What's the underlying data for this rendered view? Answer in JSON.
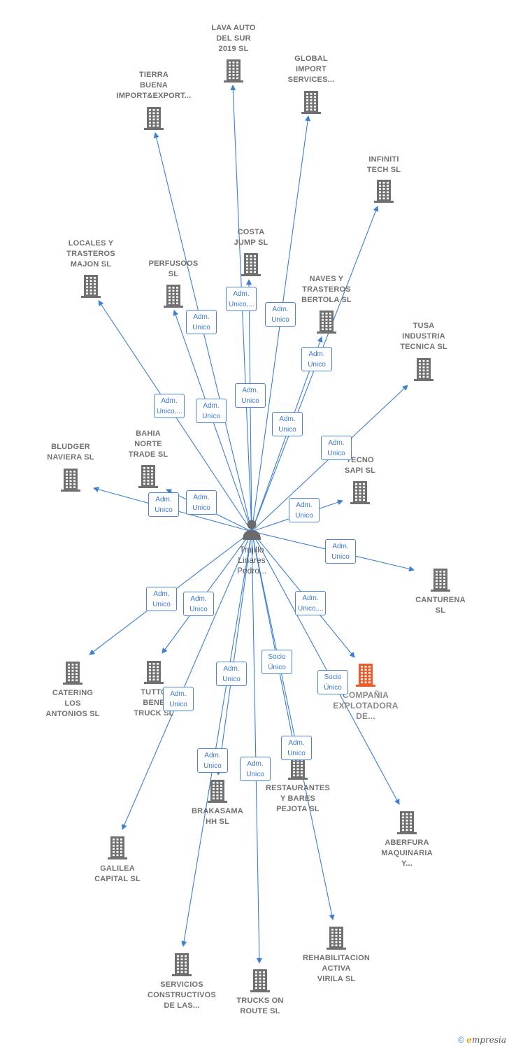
{
  "colors": {
    "edge": "#3a7fd5",
    "company_icon": "#707070",
    "highlight_icon": "#f05a28",
    "person_icon": "#6b6b6b"
  },
  "person": {
    "name_lines": [
      "Trujillo",
      "Linares",
      "Pedro..."
    ],
    "icon": "person-icon"
  },
  "companies": [
    {
      "id": "lava-auto",
      "lines": [
        "LAVA AUTO",
        "DEL SUR",
        "2019  SL"
      ],
      "highlight": false
    },
    {
      "id": "global-import",
      "lines": [
        "GLOBAL",
        "IMPORT",
        "SERVICES..."
      ],
      "highlight": false
    },
    {
      "id": "tierra-buena",
      "lines": [
        "TIERRA",
        "BUENA",
        "IMPORT&EXPORT..."
      ],
      "highlight": false
    },
    {
      "id": "infiniti-tech",
      "lines": [
        "INFINITI",
        "TECH  SL"
      ],
      "highlight": false
    },
    {
      "id": "costa-jump",
      "lines": [
        "COSTA",
        "JUMP  SL"
      ],
      "highlight": false
    },
    {
      "id": "locales-trasteros",
      "lines": [
        "LOCALES Y",
        "TRASTEROS",
        "MAJON  SL"
      ],
      "highlight": false
    },
    {
      "id": "perfusoos",
      "lines": [
        "PERFUSOOS",
        "SL"
      ],
      "highlight": false
    },
    {
      "id": "naves-trasteros",
      "lines": [
        "NAVES Y",
        "TRASTEROS",
        "BERTOLA  SL"
      ],
      "highlight": false
    },
    {
      "id": "tusa-industria",
      "lines": [
        "TUSA",
        "INDUSTRIA",
        "TECNICA  SL"
      ],
      "highlight": false
    },
    {
      "id": "bahia-norte",
      "lines": [
        "BAHIA",
        "NORTE",
        "TRADE  SL"
      ],
      "highlight": false
    },
    {
      "id": "bludger-naviera",
      "lines": [
        "BLUDGER",
        "NAVIERA  SL"
      ],
      "highlight": false
    },
    {
      "id": "tecno-sapi",
      "lines": [
        "TECNO",
        "SAPI  SL"
      ],
      "highlight": false
    },
    {
      "id": "canturena",
      "lines": [
        "CANTURENA",
        "SL"
      ],
      "highlight": false
    },
    {
      "id": "catering-antonios",
      "lines": [
        "CATERING",
        "LOS",
        "ANTONIOS  SL"
      ],
      "highlight": false
    },
    {
      "id": "tutto-bene",
      "lines": [
        "TUTTO",
        "BENE",
        "TRUCK  SL"
      ],
      "highlight": false
    },
    {
      "id": "compania-explotadora",
      "lines": [
        "COMPAÑIA",
        "EXPLOTADORA",
        "DE..."
      ],
      "highlight": true
    },
    {
      "id": "restaurantes-pejota",
      "lines": [
        "RESTAURANTES",
        "Y BARES",
        "PEJOTA  SL"
      ],
      "highlight": false
    },
    {
      "id": "brakasama",
      "lines": [
        "BRAKASAMA",
        "HH  SL"
      ],
      "highlight": false
    },
    {
      "id": "aberfura",
      "lines": [
        "ABERFURA",
        "MAQUINARIA",
        "Y..."
      ],
      "highlight": false
    },
    {
      "id": "galilea-capital",
      "lines": [
        "GALILEA",
        "CAPITAL  SL"
      ],
      "highlight": false
    },
    {
      "id": "rehabilitacion-activa",
      "lines": [
        "REHABILITACION",
        "ACTIVA",
        "VIRILA  SL"
      ],
      "highlight": false
    },
    {
      "id": "servicios-constructivos",
      "lines": [
        "SERVICIOS",
        "CONSTRUCTIVOS",
        "DE LAS..."
      ],
      "highlight": false
    },
    {
      "id": "trucks-on-route",
      "lines": [
        "TRUCKS ON",
        "ROUTE  SL"
      ],
      "highlight": false
    }
  ],
  "roles": [
    {
      "target": "lava-auto",
      "lines": [
        "Adm.",
        "Unico,..."
      ]
    },
    {
      "target": "global-import",
      "lines": [
        "Adm.",
        "Unico"
      ]
    },
    {
      "target": "tierra-buena",
      "lines": [
        "Adm.",
        "Unico"
      ]
    },
    {
      "target": "infiniti-tech",
      "lines": [
        "Adm.",
        "Unico"
      ]
    },
    {
      "target": "costa-jump",
      "lines": [
        "Adm.",
        "Unico"
      ]
    },
    {
      "target": "locales-trasteros",
      "lines": [
        "Adm.",
        "Unico,..."
      ]
    },
    {
      "target": "perfusoos",
      "lines": [
        "Adm.",
        "Unico"
      ]
    },
    {
      "target": "naves-trasteros",
      "lines": [
        "Adm.",
        "Unico"
      ]
    },
    {
      "target": "tusa-industria",
      "lines": [
        "Adm.",
        "Unico"
      ]
    },
    {
      "target": "bahia-norte",
      "lines": [
        "Adm.",
        "Unico"
      ]
    },
    {
      "target": "bludger-naviera",
      "lines": [
        "Adm.",
        "Unico"
      ]
    },
    {
      "target": "tecno-sapi",
      "lines": [
        "Adm.",
        "Unico"
      ]
    },
    {
      "target": "canturena",
      "lines": [
        "Adm.",
        "Unico"
      ]
    },
    {
      "target": "catering-antonios",
      "lines": [
        "Adm.",
        "Unico"
      ]
    },
    {
      "target": "tutto-bene",
      "lines": [
        "Adm.",
        "Unico"
      ]
    },
    {
      "target": "compania-explotadora",
      "lines": [
        "Adm.",
        "Unico,..."
      ]
    },
    {
      "target": "restaurantes-pejota",
      "lines": [
        "Socio",
        "Único"
      ]
    },
    {
      "target": "aberfura",
      "lines": [
        "Socio",
        "Único"
      ]
    },
    {
      "target": "brakasama",
      "lines": [
        "Adm.",
        "Unico"
      ]
    },
    {
      "target": "galilea-capital",
      "lines": [
        "Adm.",
        "Unico"
      ]
    },
    {
      "target": "rehabilitacion-activa",
      "lines": [
        "Adm.",
        "Unico"
      ]
    },
    {
      "target": "servicios-constructivos",
      "lines": [
        "Adm.",
        "Unico"
      ]
    },
    {
      "target": "trucks-on-route",
      "lines": [
        "Adm.",
        "Unico"
      ]
    }
  ],
  "footer": {
    "copyright": "©",
    "brand_initial": "e",
    "brand_rest": "mpresia"
  }
}
